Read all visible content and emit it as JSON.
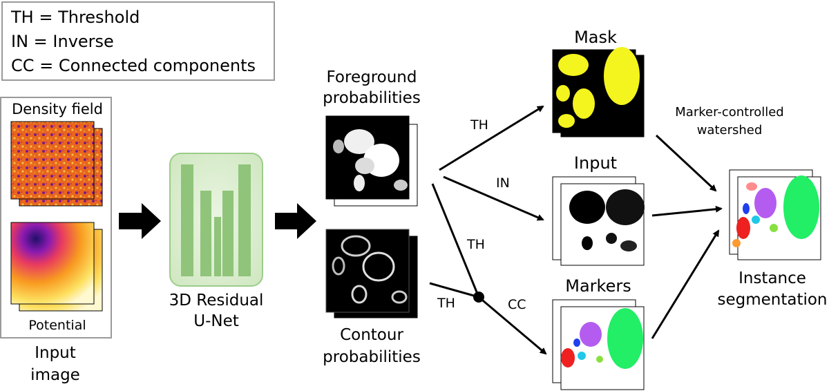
{
  "legend": {
    "line1": "TH = Threshold",
    "line2": "IN = Inverse",
    "line3": "CC = Connected components"
  },
  "input_panel": {
    "density_label": "Density field",
    "potential_label": "Potential",
    "caption_line1": "Input",
    "caption_line2": "image"
  },
  "network": {
    "label_line1": "3D Residual",
    "label_line2": "U-Net",
    "color": "#8fc47a"
  },
  "outputs": {
    "foreground_line1": "Foreground",
    "foreground_line2": "probabilities",
    "contour_line1": "Contour",
    "contour_line2": "probabilities"
  },
  "edge_labels": {
    "th_mask": "TH",
    "in_input": "IN",
    "th_foreground_marker": "TH",
    "th_contour": "TH",
    "cc_markers": "CC",
    "watershed_line1": "Marker-controlled",
    "watershed_line2": "watershed"
  },
  "stages": {
    "mask": "Mask",
    "input": "Input",
    "markers": "Markers",
    "instance_line1": "Instance",
    "instance_line2": "segmentation"
  },
  "colors": {
    "mask_yellow": "#f4f41e",
    "segment_green": "#22ee66",
    "segment_purple": "#b45cf0",
    "segment_red": "#ee2020",
    "segment_blue": "#2040ee",
    "segment_cyan": "#20c8e8"
  }
}
